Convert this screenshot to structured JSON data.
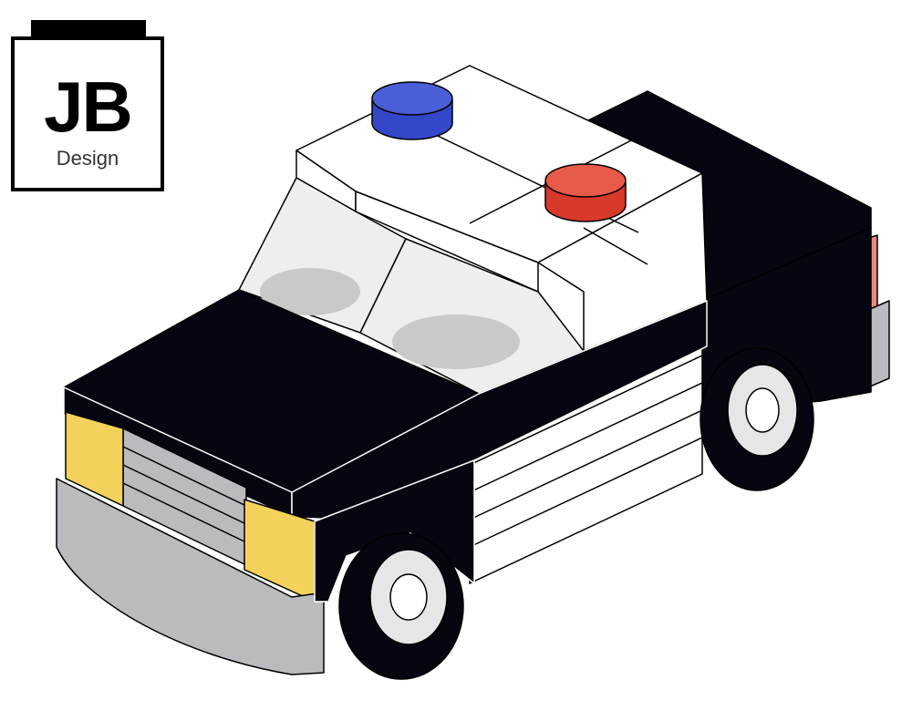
{
  "logo": {
    "initials": "JB",
    "subtitle": "Design"
  },
  "illustration": {
    "subject": "lego-police-car",
    "colors": {
      "body_black": "#05060f",
      "roof_white": "#ffffff",
      "siren_blue": "#3347c8",
      "siren_red": "#e0402c",
      "headlight_yellow": "#f2d25a",
      "bumper_gray": "#b9bbbe",
      "window_gray": "#d8d8d8",
      "taillight_red": "#e88a86"
    }
  }
}
